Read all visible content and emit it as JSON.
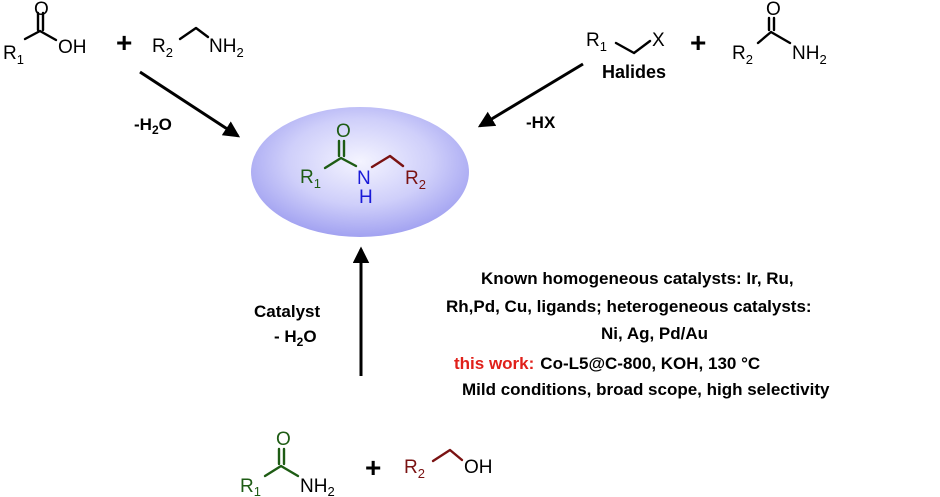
{
  "colors": {
    "green": "#1e5c14",
    "blue": "#1a1ad8",
    "darkred": "#7a1212",
    "red": "#e0201a",
    "ellipse_center": "#f4f4ff",
    "ellipse_edge": "#9e9ef0"
  },
  "reactants_top_left": {
    "acid": {
      "r": "R",
      "r_sub": "1",
      "o": "O",
      "oh": "OH"
    },
    "plus": "+",
    "amine": {
      "r": "R",
      "r_sub": "2",
      "nh": "NH",
      "nh_sub": "2"
    },
    "condition": {
      "prefix": "-H",
      "sub": "2",
      "suffix": "O"
    }
  },
  "reactants_top_right": {
    "halide": {
      "r": "R",
      "r_sub": "1",
      "x": "X"
    },
    "halide_label": "Halides",
    "plus": "+",
    "amide": {
      "o": "O",
      "r": "R",
      "r_sub": "2",
      "nh": "NH",
      "nh_sub": "2"
    },
    "condition": "-HX"
  },
  "product": {
    "o": "O",
    "r1": "R",
    "r1_sub": "1",
    "n": "N",
    "h": "H",
    "r2": "R",
    "r2_sub": "2"
  },
  "bottom_route": {
    "condition_line1": "Catalyst",
    "condition_line2": {
      "prefix": "- H",
      "sub": "2",
      "suffix": "O"
    },
    "amide": {
      "o": "O",
      "r": "R",
      "r_sub": "1",
      "nh": "NH",
      "nh_sub": "2"
    },
    "plus": "+",
    "alcohol": {
      "r": "R",
      "r_sub": "2",
      "oh": "OH"
    }
  },
  "notes": {
    "line1": "Known homogeneous catalysts: Ir,  Ru,",
    "line2": "Rh,Pd, Cu, ligands; heterogeneous catalysts:",
    "line3": "Ni, Ag, Pd/Au",
    "this_work_label": "this work:",
    "this_work_text": "Co-L5@C-800, KOH, 130 °C",
    "line5": "Mild conditions, broad scope, high selectivity"
  }
}
